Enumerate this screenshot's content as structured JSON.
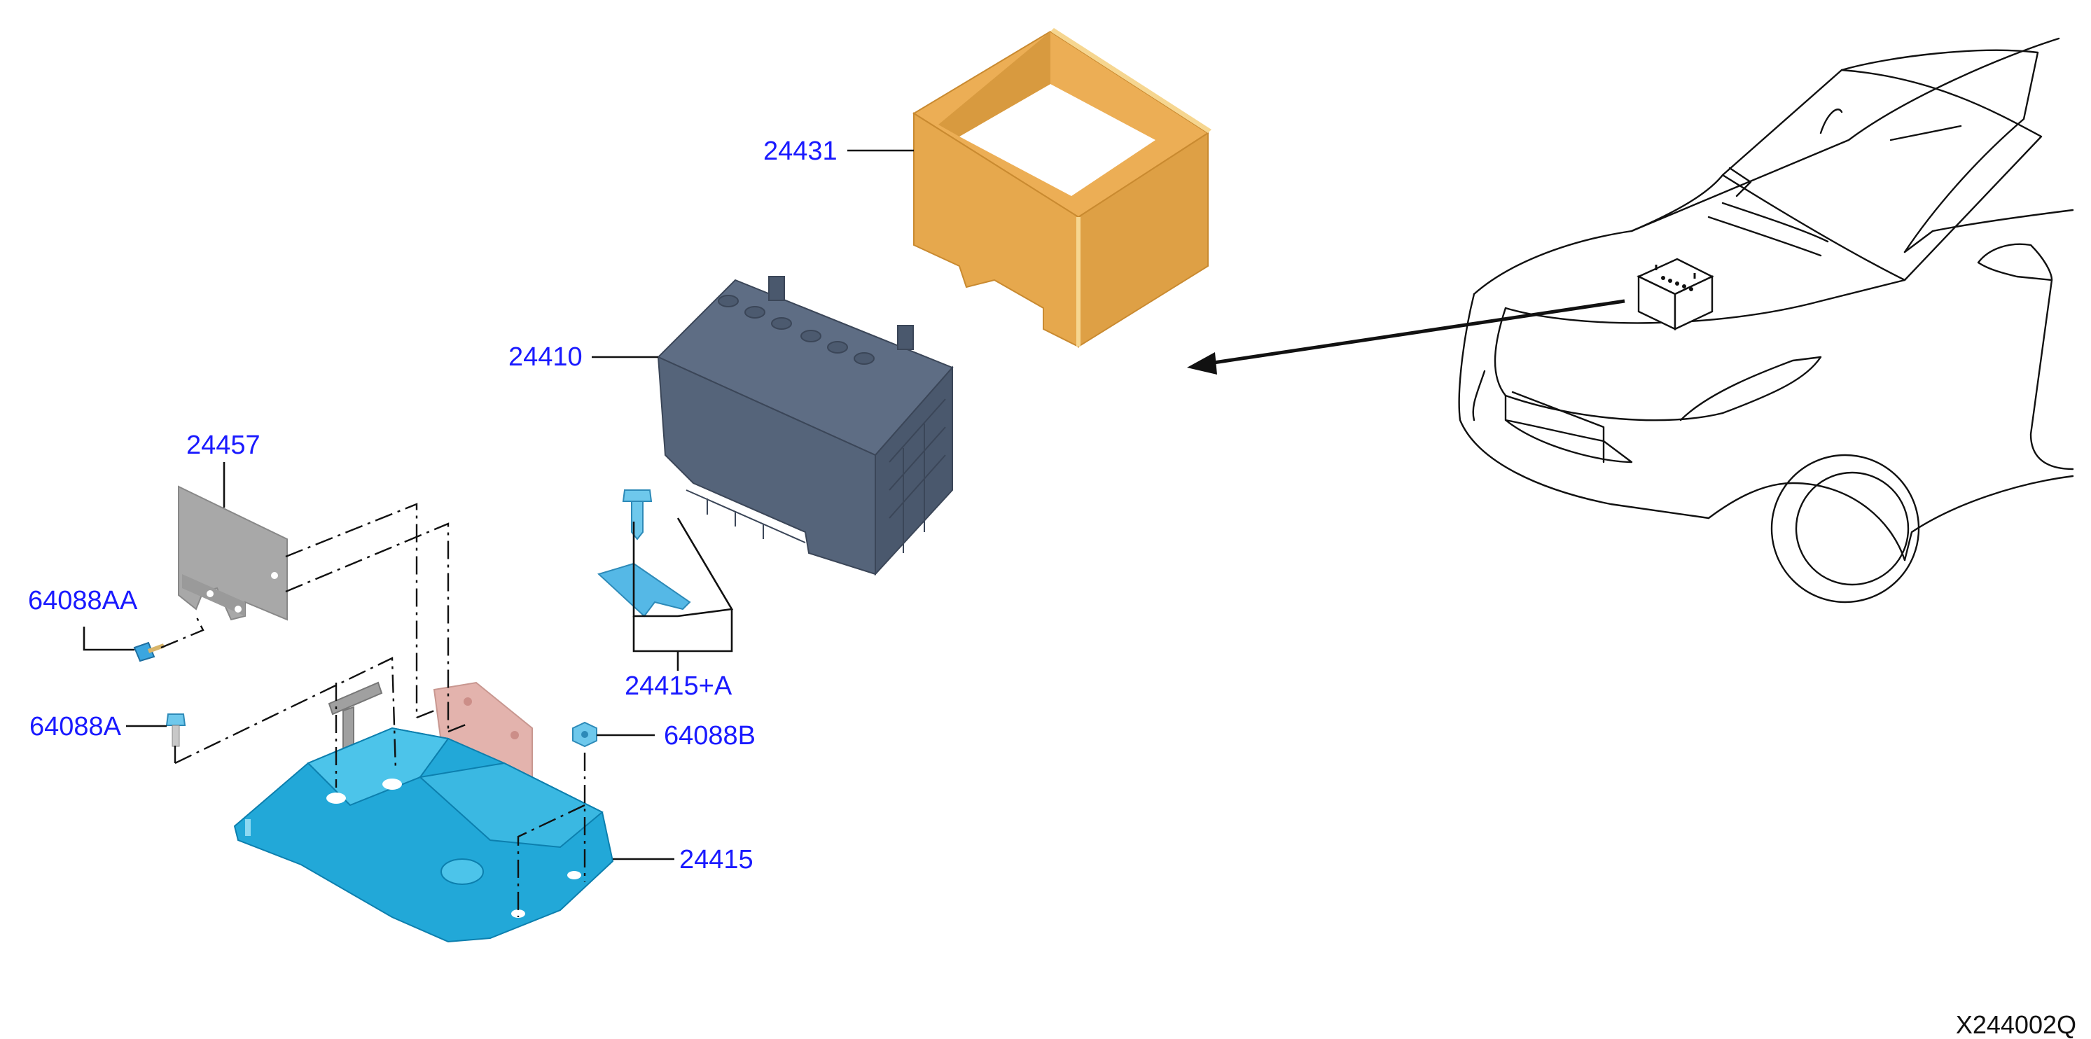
{
  "diagram_code": "X244002Q",
  "colors": {
    "callout": "#1a1aff",
    "battery_cover": "#e6a84d",
    "battery": "#5b6a80",
    "tray": "#22a8d8",
    "bracket": "#e3b3ad",
    "plate": "#a8a8a8",
    "fastener": "#6ec8ec"
  },
  "callouts": [
    {
      "id": "p24431",
      "label": "24431",
      "part": "battery-cover"
    },
    {
      "id": "p24410",
      "label": "24410",
      "part": "battery"
    },
    {
      "id": "p24457",
      "label": "24457",
      "part": "plate"
    },
    {
      "id": "p64088AA",
      "label": "64088AA",
      "part": "bolt"
    },
    {
      "id": "p24415A",
      "label": "24415+A",
      "part": "battery-frame-clamp"
    },
    {
      "id": "p64088A",
      "label": "64088A",
      "part": "bolt"
    },
    {
      "id": "p64088B",
      "label": "64088B",
      "part": "nut"
    },
    {
      "id": "p24415",
      "label": "24415",
      "part": "battery-tray"
    }
  ]
}
